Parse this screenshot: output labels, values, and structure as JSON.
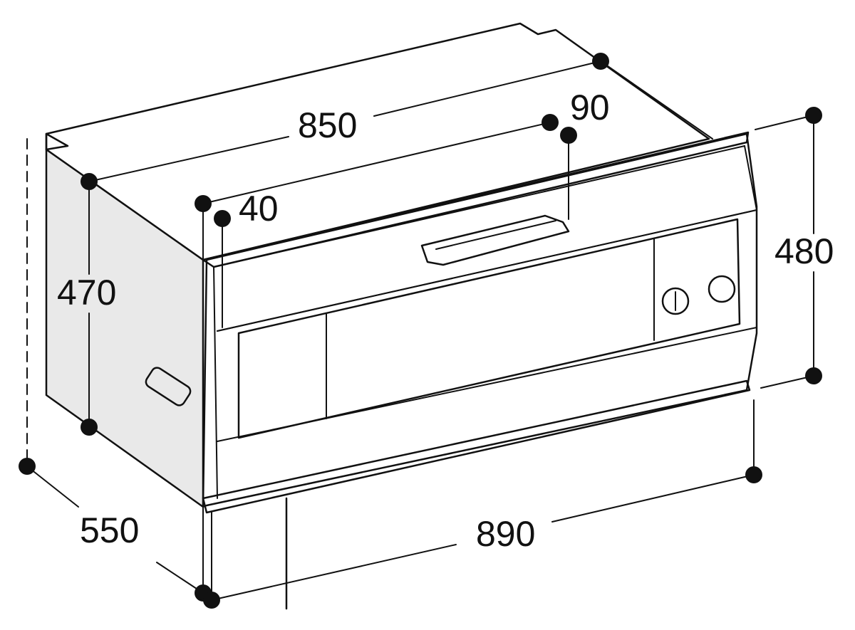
{
  "diagram": {
    "dimensions": {
      "width_top": "850",
      "handle_offset": "90",
      "front_offset": "40",
      "height_side": "470",
      "height_front": "480",
      "depth": "550",
      "width_front": "890"
    },
    "colors": {
      "line": "#111111",
      "side_panel": "#e9e9e9",
      "background": "#ffffff"
    }
  }
}
